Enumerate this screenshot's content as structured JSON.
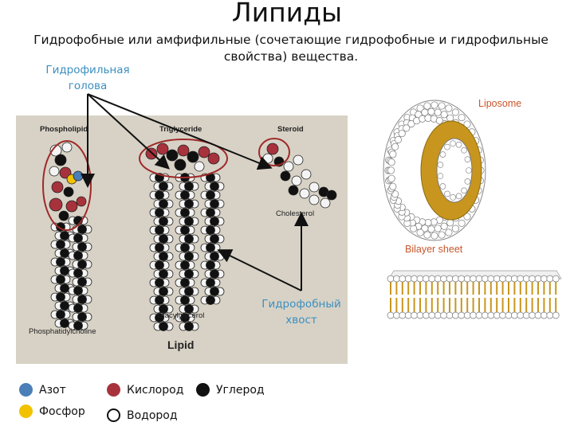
{
  "title": "Липиды",
  "subtitle": "Гидрофобные или амфифильные (сочетающие гидрофобные и гидрофильные свойства) вещества.",
  "callouts": {
    "hydrophilic_head": "Гидрофильная голова",
    "hydrophobic_tail": "Гидрофобный хвост"
  },
  "molecule_panel": {
    "phospholipid": "Phospholipid",
    "triglyceride": "Triglyceride",
    "steroid": "Steroid",
    "cholesterol": "Cholesterol",
    "phosphatidylcholine": "Phosphatidylcholine",
    "triacylglycerol": "Triacylglycerol",
    "lipid": "Lipid"
  },
  "structures": {
    "liposome": "Liposome",
    "bilayer_sheet": "Bilayer sheet"
  },
  "legend": [
    {
      "label": "Азот",
      "color": "#4a7fb8"
    },
    {
      "label": "Кислород",
      "color": "#a8323c"
    },
    {
      "label": "Углерод",
      "color": "#111111"
    },
    {
      "label": "Фосфор",
      "color": "#f2c200"
    },
    {
      "label": "Водород",
      "color": "#ffffff"
    }
  ],
  "colors": {
    "callout_text": "#3b8fbf",
    "structure_label": "#c8562b",
    "highlight_ellipse": "#9e2a2a",
    "lipid_tail": "#c8961e"
  }
}
